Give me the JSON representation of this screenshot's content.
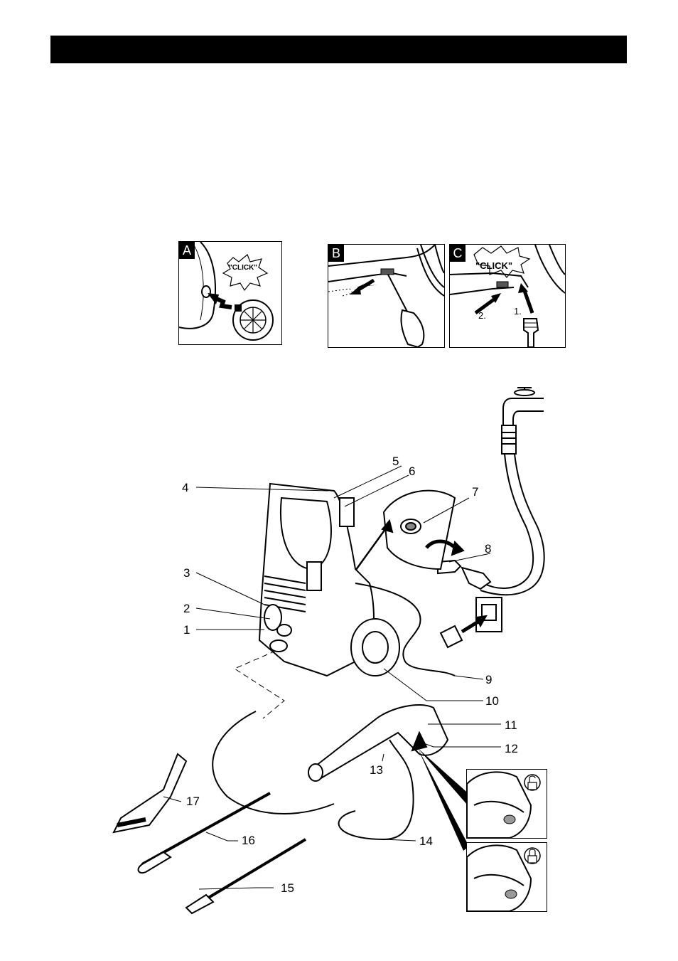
{
  "panels": [
    {
      "letter": "A",
      "click_text": "\"CLICK\""
    },
    {
      "letter": "B"
    },
    {
      "letter": "C",
      "click_text": "\"CLICK\"",
      "step1": "1.",
      "step2": "2."
    }
  ],
  "callouts": [
    "1",
    "2",
    "3",
    "4",
    "5",
    "6",
    "7",
    "8",
    "9",
    "10",
    "11",
    "12",
    "13",
    "14",
    "15",
    "16",
    "17"
  ]
}
